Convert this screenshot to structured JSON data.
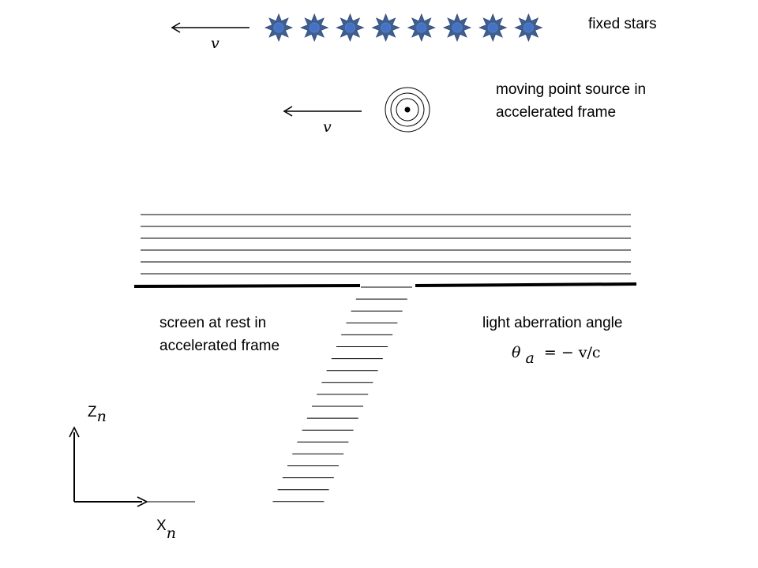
{
  "labels": {
    "fixed_stars": "fixed stars",
    "velocity_symbol": "v",
    "source_line1": "moving point source   in",
    "source_line2": "accelerated  frame",
    "screen_line1": "screen  at  rest  in",
    "screen_line2": "accelerated  frame",
    "aberration_title": "light aberration angle",
    "formula_theta": "θ",
    "formula_sub": "a",
    "formula_rest": "= − v/c",
    "axis_z": "Z",
    "axis_x": "X",
    "axis_sub": "n"
  },
  "colors": {
    "star_fill": "#3e5f93",
    "star_center": "#4472c4",
    "line": "#000000"
  },
  "star_count": 8,
  "horizontal_line_count": 6,
  "ray_segment_count": 19
}
